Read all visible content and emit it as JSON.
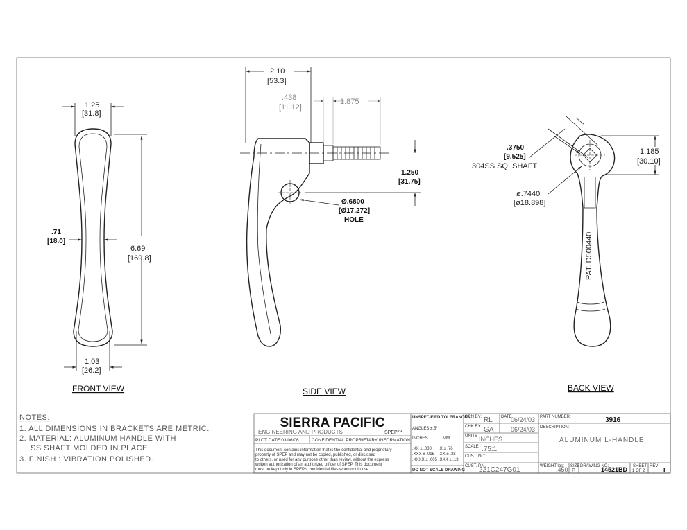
{
  "views": {
    "front": "FRONT VIEW",
    "side": "SIDE VIEW",
    "back": "BACK VIEW"
  },
  "dims": {
    "front_top_in": "1.25",
    "front_top_mm": "[31.8]",
    "front_mid_in": ".71",
    "front_mid_mm": "[18.0]",
    "front_len_in": "6.69",
    "front_len_mm": "[169.8]",
    "front_bot_in": "1.03",
    "front_bot_mm": "[26.2]",
    "side_w_in": "2.10",
    "side_w_mm": "[53.3]",
    "side_shaft_in": ".438",
    "side_shaft_mm": "[11.12]",
    "side_thread": "1.875",
    "side_h_in": "1.250",
    "side_h_mm": "[31.75]",
    "side_hole_in": "Ø.6800",
    "side_hole_mm": "[Ø17.272]",
    "side_hole_lbl": "HOLE",
    "back_sq_in": ".3750",
    "back_sq_mm": "[9.525]",
    "back_sq_lbl": "304SS SQ. SHAFT",
    "back_h_in": "1.185",
    "back_h_mm": "[30.10]",
    "back_d_in": "ø.7440",
    "back_d_mm": "[ø18.898]",
    "pat": "PAT. D500440"
  },
  "notes": {
    "title": "NOTES:",
    "n1": "1. ALL DIMENSIONS IN BRACKETS ARE METRIC.",
    "n2a": "2. MATERIAL: ALUMINUM HANDLE WITH",
    "n2b": "SS SHAFT MOLDED IN PLACE.",
    "n3": "3. FINISH : VIBRATION POLISHED."
  },
  "title_block": {
    "company": "SIERRA PACIFIC",
    "sub": "ENGINEERING AND PRODUCTS",
    "spep": "SPEP™",
    "plot": "PLOT DATE:03/06/06",
    "confidential": "CONFIDENTIAL PROPRIETARY INFORMATION",
    "legal1": "This document contains information that is the confidential and proprietary",
    "legal2": "property of SPEP and may not be copied, published, or disclosed",
    "legal3": "to others, or used for any purpose other than review, without the express",
    "legal4": "written authorization of an authorized officer of SPEP. This document",
    "legal5": "must be kept only in SPEP's confidential files when not in use",
    "unspec": "UNSPECIFIED TOLERANCES",
    "angles": "ANGLES ±.5°",
    "inches": "INCHES",
    "mm": "MM",
    "tol1a": ".XX   ± .030",
    "tol1b": ".X   ± .76",
    "tol2a": ".XXX  ± .015",
    "tol2b": ".XX  ± .38",
    "tol3a": ".XXXX ± .005",
    "tol3b": ".XXX ± .13",
    "donotscale": "DO NOT SCALE DRAWING",
    "drn_lbl": "DRN BY:",
    "drn": "RL",
    "date_lbl": "DATE",
    "drn_date": "06/24/03",
    "chk_lbl": "CHK BY:",
    "chk": "GA",
    "chk_date": "06/24/03",
    "units_lbl": "UNITS",
    "units": "INCHES",
    "scale_lbl": "SCALE",
    "scale": ".75:1",
    "cust_no_lbl": "CUST. NO:",
    "cust_pn_lbl": "CUST. P.N.",
    "cust_pn": "221C247G01",
    "part_lbl": "PART NUMBER:",
    "part": "3916",
    "desc_lbl": "DESCRIPTION:",
    "desc": "ALUMINUM L-HANDLE",
    "weight_lbl": "WEIGHT lbs:",
    "weight": ".450",
    "size_lbl": "SIZE",
    "size": "B",
    "drawing_lbl": "DRAWING NO:",
    "drawing": "14521BD",
    "sheet_lbl": "SHEET",
    "sheet": "1 OF 2",
    "rev_lbl": "REV",
    "rev": "I"
  }
}
